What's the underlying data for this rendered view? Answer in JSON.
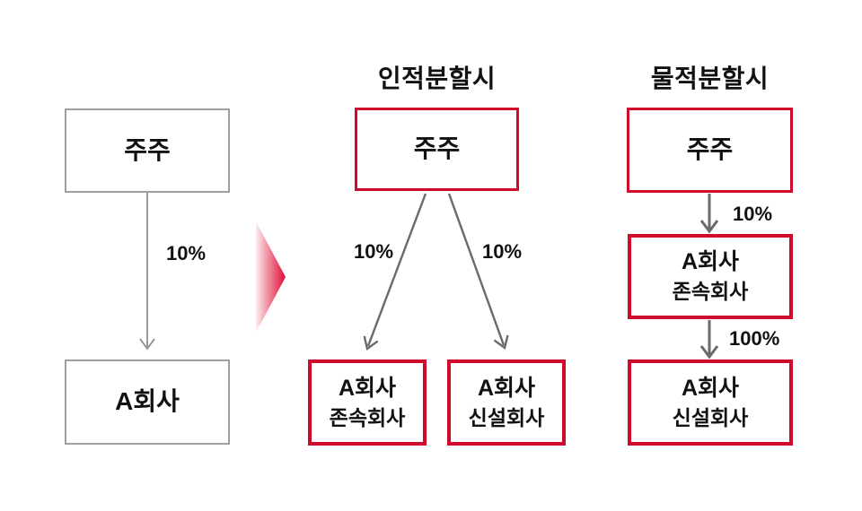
{
  "colors": {
    "accent_red": "#cf0a2c",
    "gray_border": "#9e9e9e",
    "arrow_gray": "#6a6a6a",
    "light_arrow_gray": "#8f8f8f",
    "text": "#111111"
  },
  "before": {
    "shareholder": "주주",
    "company": "A회사",
    "stake": "10%"
  },
  "spinoff": {
    "title": "인적분할시",
    "shareholder": "주주",
    "stake_left": "10%",
    "stake_right": "10%",
    "surviving": {
      "line1": "A회사",
      "line2": "존속회사"
    },
    "newco": {
      "line1": "A회사",
      "line2": "신설회사"
    }
  },
  "splitoff": {
    "title": "물적분할시",
    "shareholder": "주주",
    "stake_top": "10%",
    "stake_bottom": "100%",
    "surviving": {
      "line1": "A회사",
      "line2": "존속회사"
    },
    "newco": {
      "line1": "A회사",
      "line2": "신설회사"
    }
  }
}
